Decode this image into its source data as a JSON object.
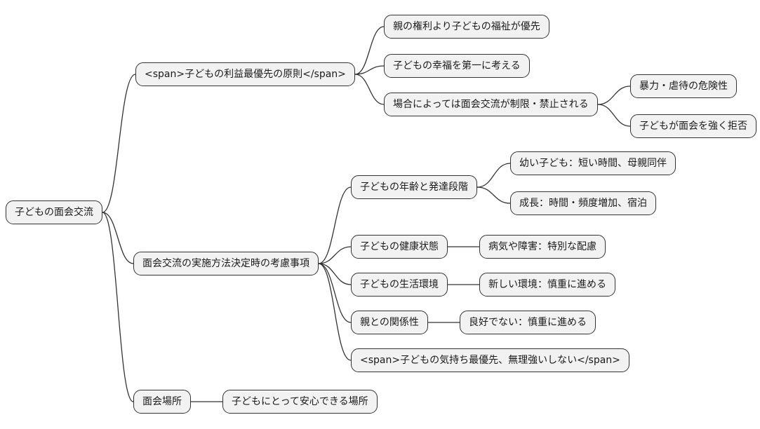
{
  "colors": {
    "background": "#ffffff",
    "node_fill": "#f2f2f2",
    "node_border": "#333333",
    "edge": "#333333"
  },
  "mindmap": {
    "nodes": {
      "root": "子どもの面会交流",
      "principle": "<span>子どもの利益最優先の原則</span>",
      "welfare": "親の権利より子どもの福祉が優先",
      "happiness": "子どもの幸福を第一に考える",
      "restricted": "場合によっては面会交流が制限・禁止される",
      "violence": "暴力・虐待の危険性",
      "refuse": "子どもが面会を強く拒否",
      "consideration": "面会交流の実施方法決定時の考慮事項",
      "age": "子どもの年齢と発達段階",
      "young": "幼い子ども：短い時間、母親同伴",
      "growth": "成長：時間・頻度増加、宿泊",
      "health": "子どもの健康状態",
      "sickness": "病気や障害：特別な配慮",
      "living": "子どもの生活環境",
      "newenv": "新しい環境：慎重に進める",
      "relationship": "親との関係性",
      "notgood": "良好でない：慎重に進める",
      "feelings": "<span>子どもの気持ち最優先、無理強いしない</span>",
      "place": "面会場所",
      "safe": "子どもにとって安心できる場所"
    },
    "edges": [
      [
        "root",
        "principle"
      ],
      [
        "root",
        "consideration"
      ],
      [
        "root",
        "place"
      ],
      [
        "principle",
        "welfare"
      ],
      [
        "principle",
        "happiness"
      ],
      [
        "principle",
        "restricted"
      ],
      [
        "restricted",
        "violence"
      ],
      [
        "restricted",
        "refuse"
      ],
      [
        "consideration",
        "age"
      ],
      [
        "consideration",
        "health"
      ],
      [
        "consideration",
        "living"
      ],
      [
        "consideration",
        "relationship"
      ],
      [
        "consideration",
        "feelings"
      ],
      [
        "age",
        "young"
      ],
      [
        "age",
        "growth"
      ],
      [
        "health",
        "sickness"
      ],
      [
        "living",
        "newenv"
      ],
      [
        "relationship",
        "notgood"
      ],
      [
        "place",
        "safe"
      ]
    ]
  }
}
